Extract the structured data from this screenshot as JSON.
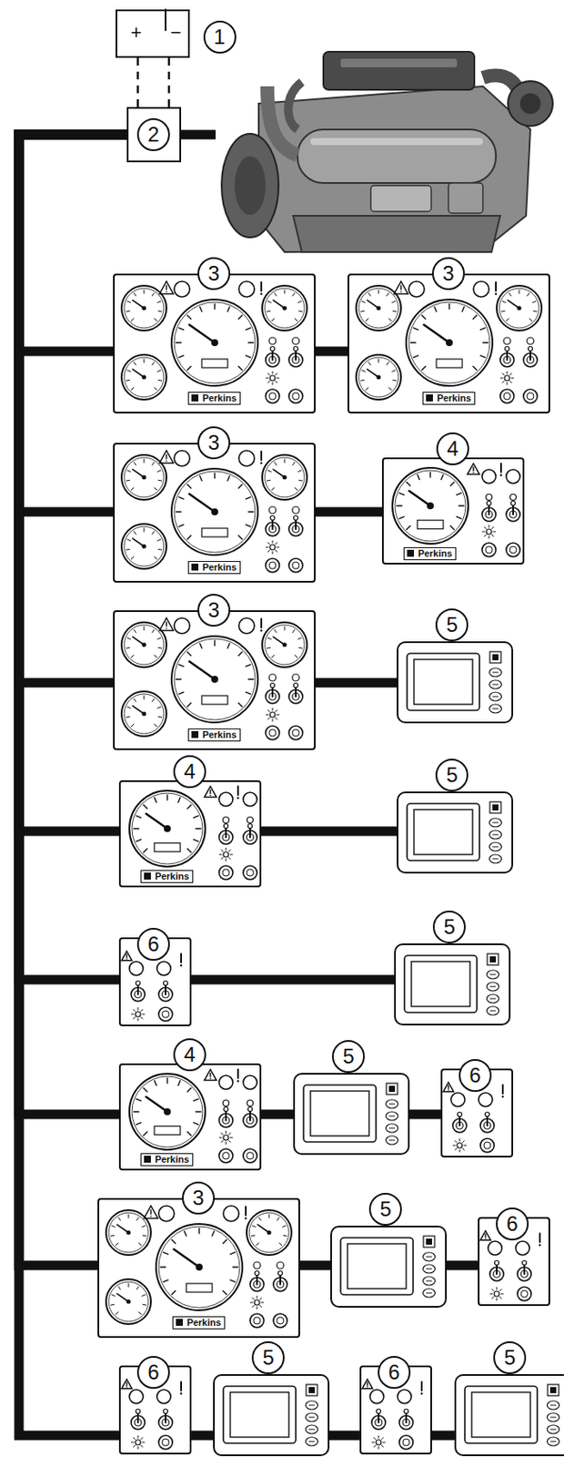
{
  "diagram": {
    "nodes": [
      {
        "text": [
          "+",
          "−",
          "1"
        ]
      },
      {
        "text": [
          "2"
        ]
      },
      {
        "text": [
          "3",
          "Perkins"
        ]
      },
      {
        "text": [
          "3",
          "Perkins"
        ]
      },
      {
        "text": [
          "3",
          "Perkins"
        ]
      },
      {
        "text": [
          "4",
          "Perkins"
        ]
      },
      {
        "text": [
          "3",
          "Perkins"
        ]
      },
      {
        "text": [
          "5"
        ]
      },
      {
        "text": [
          "4",
          "Perkins"
        ]
      },
      {
        "text": [
          "5"
        ]
      },
      {
        "text": [
          "6"
        ]
      },
      {
        "text": [
          "5"
        ]
      },
      {
        "text": [
          "4",
          "Perkins"
        ]
      },
      {
        "text": [
          "5"
        ]
      },
      {
        "text": [
          "6"
        ]
      },
      {
        "text": [
          "3",
          "Perkins"
        ]
      },
      {
        "text": [
          "5"
        ]
      },
      {
        "text": [
          "6"
        ]
      },
      {
        "text": [
          "6"
        ]
      },
      {
        "text": [
          "5"
        ]
      },
      {
        "text": [
          "6"
        ]
      },
      {
        "text": [
          "5"
        ]
      }
    ],
    "edges": [
      {
        "from": 0,
        "to": 1,
        "arrow": "none"
      },
      {
        "from": 1,
        "to": 2,
        "arrow": "none"
      },
      {
        "from": 2,
        "to": 3,
        "arrow": "none"
      },
      {
        "from": 1,
        "to": 4,
        "arrow": "none"
      },
      {
        "from": 4,
        "to": 5,
        "arrow": "none"
      },
      {
        "from": 1,
        "to": 6,
        "arrow": "none"
      },
      {
        "from": 6,
        "to": 7,
        "arrow": "none"
      },
      {
        "from": 1,
        "to": 8,
        "arrow": "none"
      },
      {
        "from": 8,
        "to": 9,
        "arrow": "none"
      },
      {
        "from": 1,
        "to": 10,
        "arrow": "none"
      },
      {
        "from": 10,
        "to": 11,
        "arrow": "none"
      },
      {
        "from": 1,
        "to": 12,
        "arrow": "none"
      },
      {
        "from": 12,
        "to": 13,
        "arrow": "none"
      },
      {
        "from": 13,
        "to": 14,
        "arrow": "none"
      },
      {
        "from": 1,
        "to": 15,
        "arrow": "none"
      },
      {
        "from": 15,
        "to": 16,
        "arrow": "none"
      },
      {
        "from": 16,
        "to": 17,
        "arrow": "none"
      },
      {
        "from": 1,
        "to": 18,
        "arrow": "none"
      },
      {
        "from": 18,
        "to": 19,
        "arrow": "none"
      },
      {
        "from": 19,
        "to": 20,
        "arrow": "none"
      },
      {
        "from": 20,
        "to": 21,
        "arrow": "none"
      }
    ]
  }
}
